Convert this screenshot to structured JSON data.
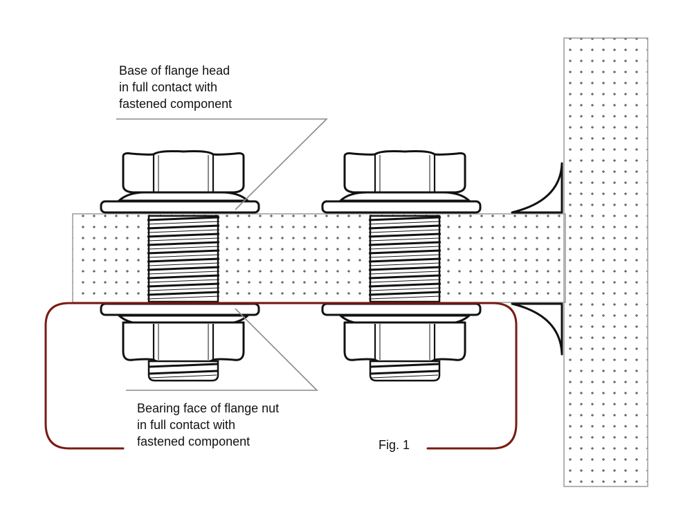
{
  "labels": {
    "flange_head": [
      "Base of flange head",
      "in full contact with",
      "fastened component"
    ],
    "flange_nut": [
      "Bearing face of flange nut",
      "in full contact with",
      "fastened component"
    ]
  },
  "caption": "Fig. 1",
  "colors": {
    "outline": "#111111",
    "leader": "#8a8a8a",
    "plate_border": "#9a9a9a",
    "bracket": "#7a1a12",
    "dot": "#333333"
  }
}
